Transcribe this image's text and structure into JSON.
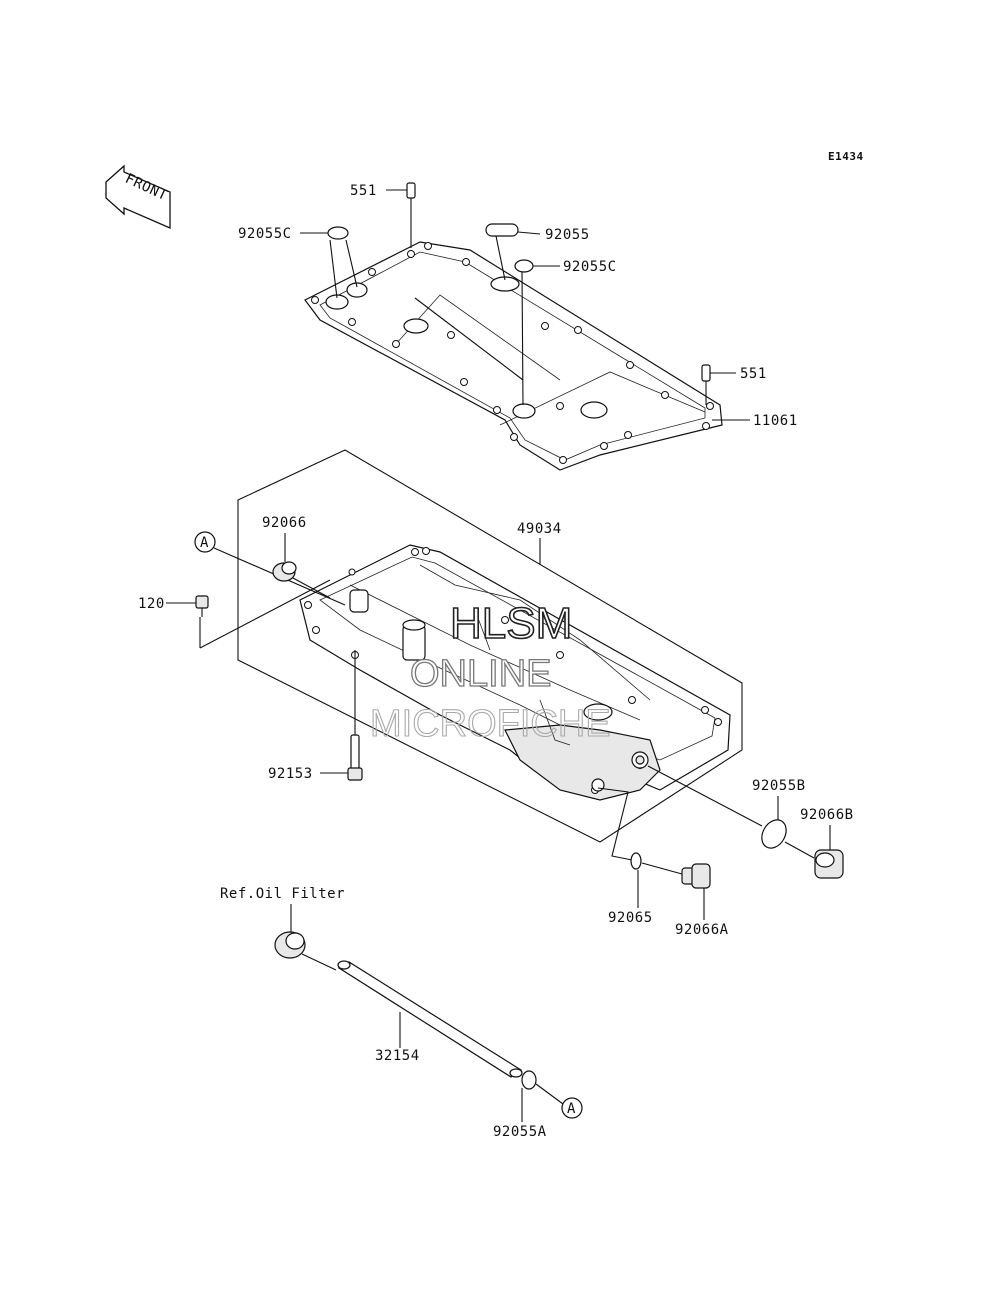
{
  "diagram": {
    "code": "E1434",
    "front_label": "FRONT",
    "watermark": [
      "HLSM",
      "ONLINE",
      "MICROFICHE"
    ],
    "callouts": {
      "551_top": "551",
      "92055C_left": "92055C",
      "92055": "92055",
      "92055C_right": "92055C",
      "551_right": "551",
      "11061": "11061",
      "49034": "49034",
      "92066": "92066",
      "A_top": "A",
      "120": "120",
      "92153": "92153",
      "92055B": "92055B",
      "92066B": "92066B",
      "92065": "92065",
      "92066A": "92066A",
      "ref_oil_filter": "Ref.Oil Filter",
      "32154": "32154",
      "92055A": "92055A",
      "A_bottom": "A"
    }
  }
}
